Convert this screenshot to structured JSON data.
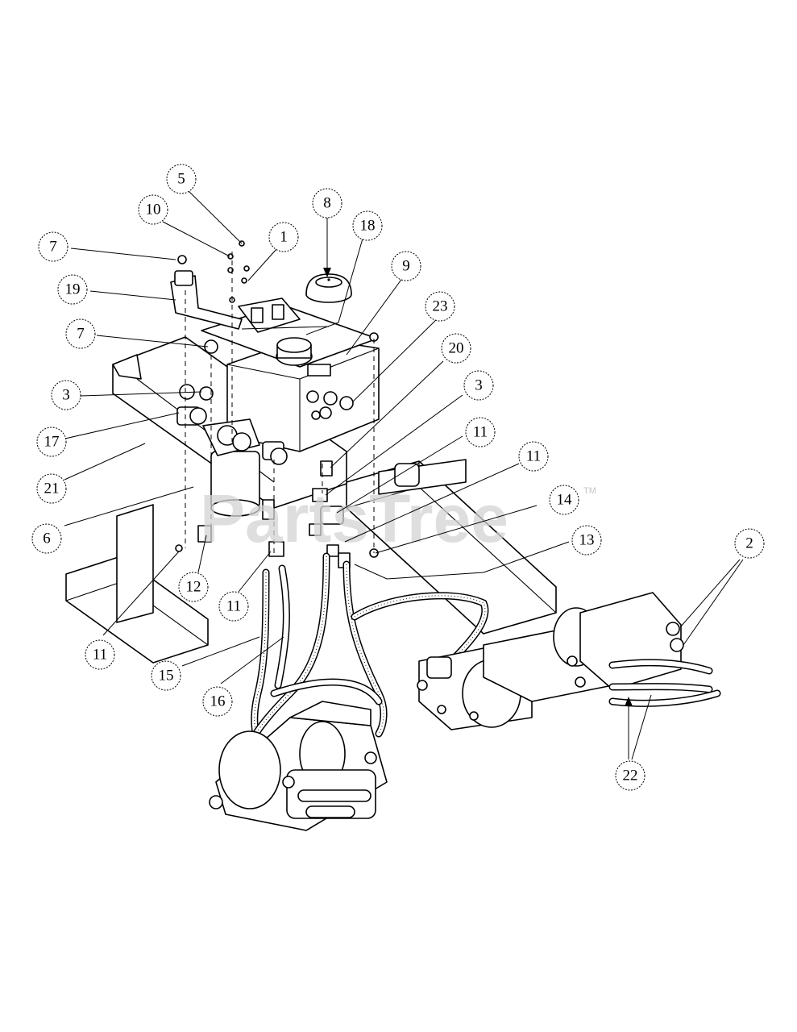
{
  "watermark": {
    "text": "PartsTree",
    "tm": "TM"
  },
  "callouts": [
    {
      "id": "c5a",
      "label": "5"
    },
    {
      "id": "c10",
      "label": "10"
    },
    {
      "id": "c1",
      "label": "1"
    },
    {
      "id": "c8",
      "label": "8"
    },
    {
      "id": "c18",
      "label": "18"
    },
    {
      "id": "c7a",
      "label": "7"
    },
    {
      "id": "c19",
      "label": "19"
    },
    {
      "id": "c9",
      "label": "9"
    },
    {
      "id": "c23",
      "label": "23"
    },
    {
      "id": "c7b",
      "label": "7"
    },
    {
      "id": "c20",
      "label": "20"
    },
    {
      "id": "c3a",
      "label": "3"
    },
    {
      "id": "c3b",
      "label": "3"
    },
    {
      "id": "c17",
      "label": "17"
    },
    {
      "id": "c11a",
      "label": "11"
    },
    {
      "id": "c11b",
      "label": "11"
    },
    {
      "id": "c21",
      "label": "21"
    },
    {
      "id": "c14",
      "label": "14"
    },
    {
      "id": "c6",
      "label": "6"
    },
    {
      "id": "c13",
      "label": "13"
    },
    {
      "id": "c2",
      "label": "2"
    },
    {
      "id": "c12",
      "label": "12"
    },
    {
      "id": "c11c",
      "label": "11"
    },
    {
      "id": "c11d",
      "label": "11"
    },
    {
      "id": "c15",
      "label": "15"
    },
    {
      "id": "c16",
      "label": "16"
    },
    {
      "id": "c22",
      "label": "22"
    }
  ]
}
